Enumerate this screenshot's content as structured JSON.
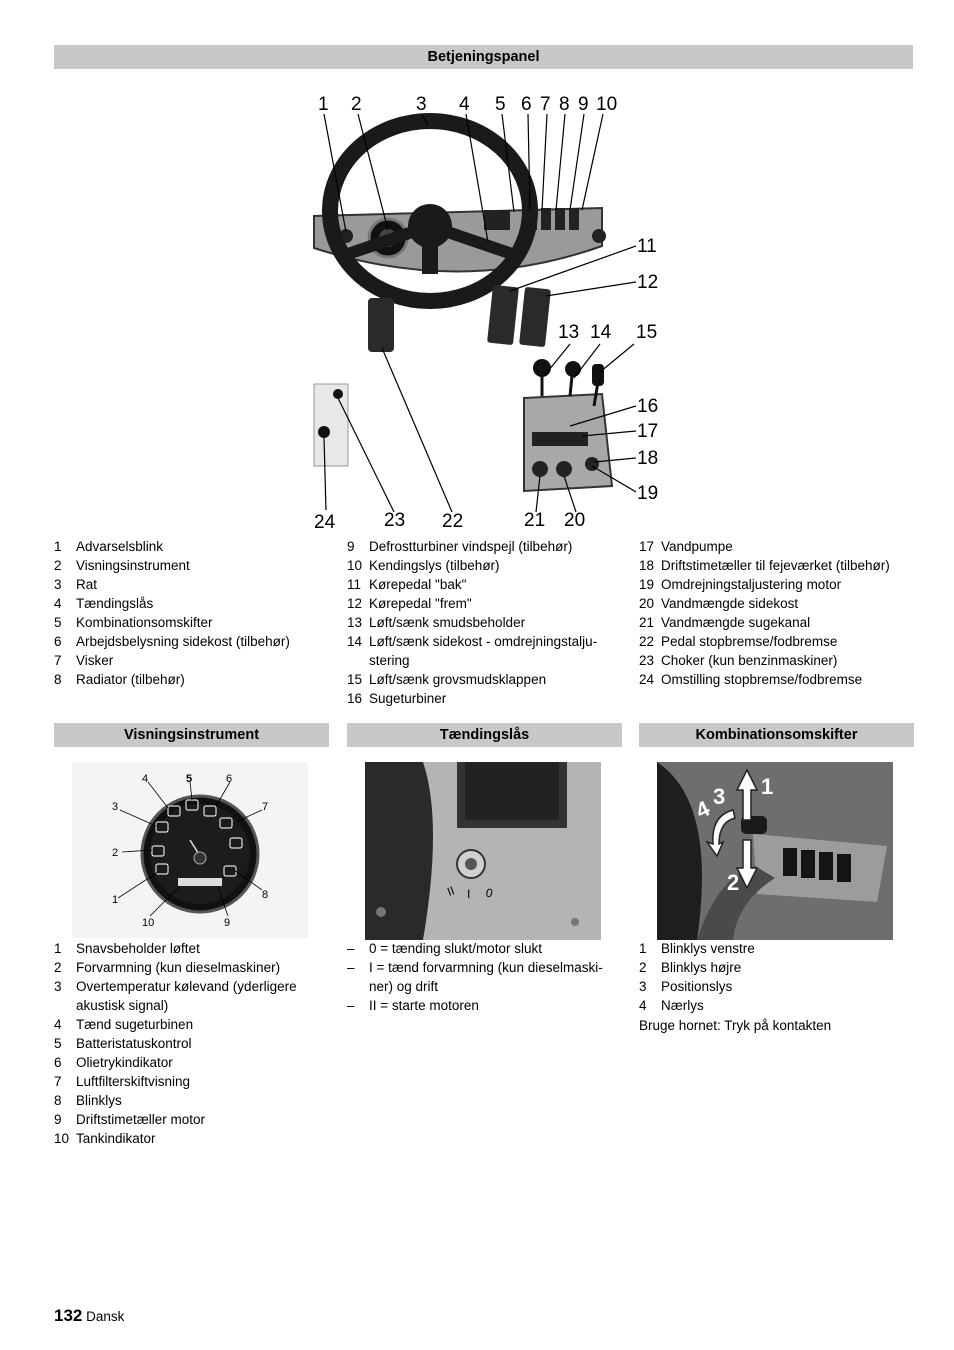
{
  "sections": {
    "panel_title": "Betjeningspanel",
    "instrument_title": "Visningsinstrument",
    "ignition_title": "Tændingslås",
    "combo_title": "Kombinationsomskifter"
  },
  "panel_callouts": [
    "1",
    "2",
    "3",
    "4",
    "5",
    "6",
    "7",
    "8",
    "9",
    "10",
    "11",
    "12",
    "13",
    "14",
    "15",
    "16",
    "17",
    "18",
    "19",
    "20",
    "21",
    "22",
    "23",
    "24"
  ],
  "panel_legend_col1": [
    {
      "n": "1",
      "t": "Advarselsblink"
    },
    {
      "n": "2",
      "t": "Visningsinstrument"
    },
    {
      "n": "3",
      "t": "Rat"
    },
    {
      "n": "4",
      "t": "Tændingslås"
    },
    {
      "n": "5",
      "t": "Kombinationsomskifter"
    },
    {
      "n": "6",
      "t": "Arbejdsbelysning sidekost (tilbehør)"
    },
    {
      "n": "7",
      "t": "Visker"
    },
    {
      "n": "8",
      "t": "Radiator (tilbehør)"
    }
  ],
  "panel_legend_col2": [
    {
      "n": "9",
      "t": "Defrostturbiner vindspejl (tilbehør)"
    },
    {
      "n": "10",
      "t": "Kendingslys (tilbehør)"
    },
    {
      "n": "11",
      "t": "Kørepedal \"bak\""
    },
    {
      "n": "12",
      "t": "Kørepedal \"frem\""
    },
    {
      "n": "13",
      "t": "Løft/sænk smudsbeholder"
    },
    {
      "n": "14",
      "t": "Løft/sænk sidekost - omdrejningstalju-stering"
    },
    {
      "n": "15",
      "t": "Løft/sænk grovsmudsklappen"
    },
    {
      "n": "16",
      "t": "Sugeturbiner"
    }
  ],
  "panel_legend_col3": [
    {
      "n": "17",
      "t": "Vandpumpe"
    },
    {
      "n": "18",
      "t": "Driftstimetæller til fejeværket (tilbehør)"
    },
    {
      "n": "19",
      "t": "Omdrejningstaljustering motor"
    },
    {
      "n": "20",
      "t": "Vandmængde sidekost"
    },
    {
      "n": "21",
      "t": "Vandmængde sugekanal"
    },
    {
      "n": "22",
      "t": "Pedal stopbremse/fodbremse"
    },
    {
      "n": "23",
      "t": "Choker (kun benzinmaskiner)"
    },
    {
      "n": "24",
      "t": "Omstilling stopbremse/fodbremse"
    }
  ],
  "instrument_callouts": [
    "1",
    "2",
    "3",
    "4",
    "5",
    "6",
    "7",
    "8",
    "9",
    "10"
  ],
  "instrument_legend": [
    {
      "n": "1",
      "t": "Snavsbeholder løftet"
    },
    {
      "n": "2",
      "t": "Forvarmning (kun dieselmaskiner)"
    },
    {
      "n": "3",
      "t": "Overtemperatur kølevand (yderligere akustisk signal)"
    },
    {
      "n": "4",
      "t": "Tænd sugeturbinen"
    },
    {
      "n": "5",
      "t": "Batteristatuskontrol"
    },
    {
      "n": "6",
      "t": "Olietrykindikator"
    },
    {
      "n": "7",
      "t": "Luftfilterskiftvisning"
    },
    {
      "n": "8",
      "t": "Blinklys"
    },
    {
      "n": "9",
      "t": "Driftstimetæller motor"
    },
    {
      "n": "10",
      "t": "Tankindikator"
    }
  ],
  "ignition_marks": [
    "II",
    "I",
    "0"
  ],
  "ignition_legend": [
    {
      "n": "–",
      "t": "0 = tænding slukt/motor slukt"
    },
    {
      "n": "–",
      "t": "I = tænd forvarmning (kun dieselmaski-ner) og drift"
    },
    {
      "n": "–",
      "t": "II = starte motoren"
    }
  ],
  "combo_callouts": [
    "1",
    "2",
    "3",
    "4"
  ],
  "combo_legend": [
    {
      "n": "1",
      "t": "Blinklys venstre"
    },
    {
      "n": "2",
      "t": "Blinklys højre"
    },
    {
      "n": "3",
      "t": "Positionslys"
    },
    {
      "n": "4",
      "t": "Nærlys"
    }
  ],
  "combo_note": "Bruge hornet: Tryk på kontakten",
  "footer": {
    "page": "132",
    "language": "Dansk"
  },
  "icons": [
    "steering-wheel-icon",
    "gauge-icon",
    "ignition-key-icon",
    "combination-switch-icon"
  ]
}
